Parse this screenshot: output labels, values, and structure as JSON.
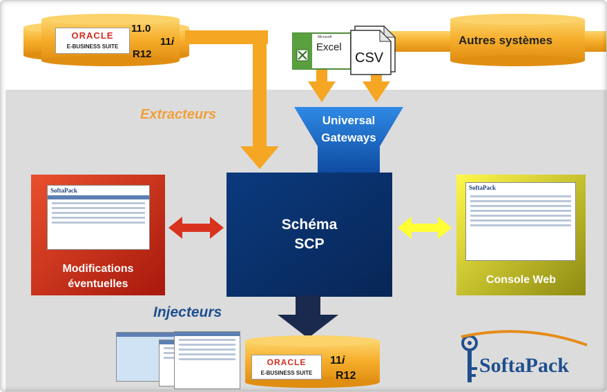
{
  "sources": {
    "oracle_top": {
      "brand": "ORACLE",
      "suite": "E-BUSINESS SUITE",
      "v1": "11.0",
      "v2": "11",
      "v2_suffix": "i",
      "v3": "R12"
    },
    "excel": {
      "vendor": "Microsoft",
      "label": "Excel"
    },
    "csv": {
      "label": "CSV"
    },
    "other": {
      "label": "Autres systèmes"
    }
  },
  "labels": {
    "extracteurs": "Extracteurs",
    "injecteurs": "Injecteurs"
  },
  "gateway": {
    "line1": "Universal",
    "line2": "Gateways"
  },
  "center": {
    "line1": "Schéma",
    "line2": "SCP"
  },
  "left_box": {
    "line1": "Modifications",
    "line2": "éventuelles",
    "mini_brand": "SoftaPack"
  },
  "right_box": {
    "label": "Console Web",
    "mini_brand": "SoftaPack"
  },
  "oracle_bottom": {
    "brand": "ORACLE",
    "suite": "E-BUSINESS SUITE",
    "v1": "11",
    "v1_suffix": "i",
    "v2": "R12"
  },
  "logo": {
    "text": "SoftaPack"
  },
  "colors": {
    "orange": "#f5a623",
    "cylinder": "#f7b733",
    "dark_blue": "#0d2f66",
    "navy_arrow": "#1a2a4f",
    "red": "#d8321f",
    "yellow": "#ffff33",
    "gateway_blue": "#1d6fd0"
  }
}
